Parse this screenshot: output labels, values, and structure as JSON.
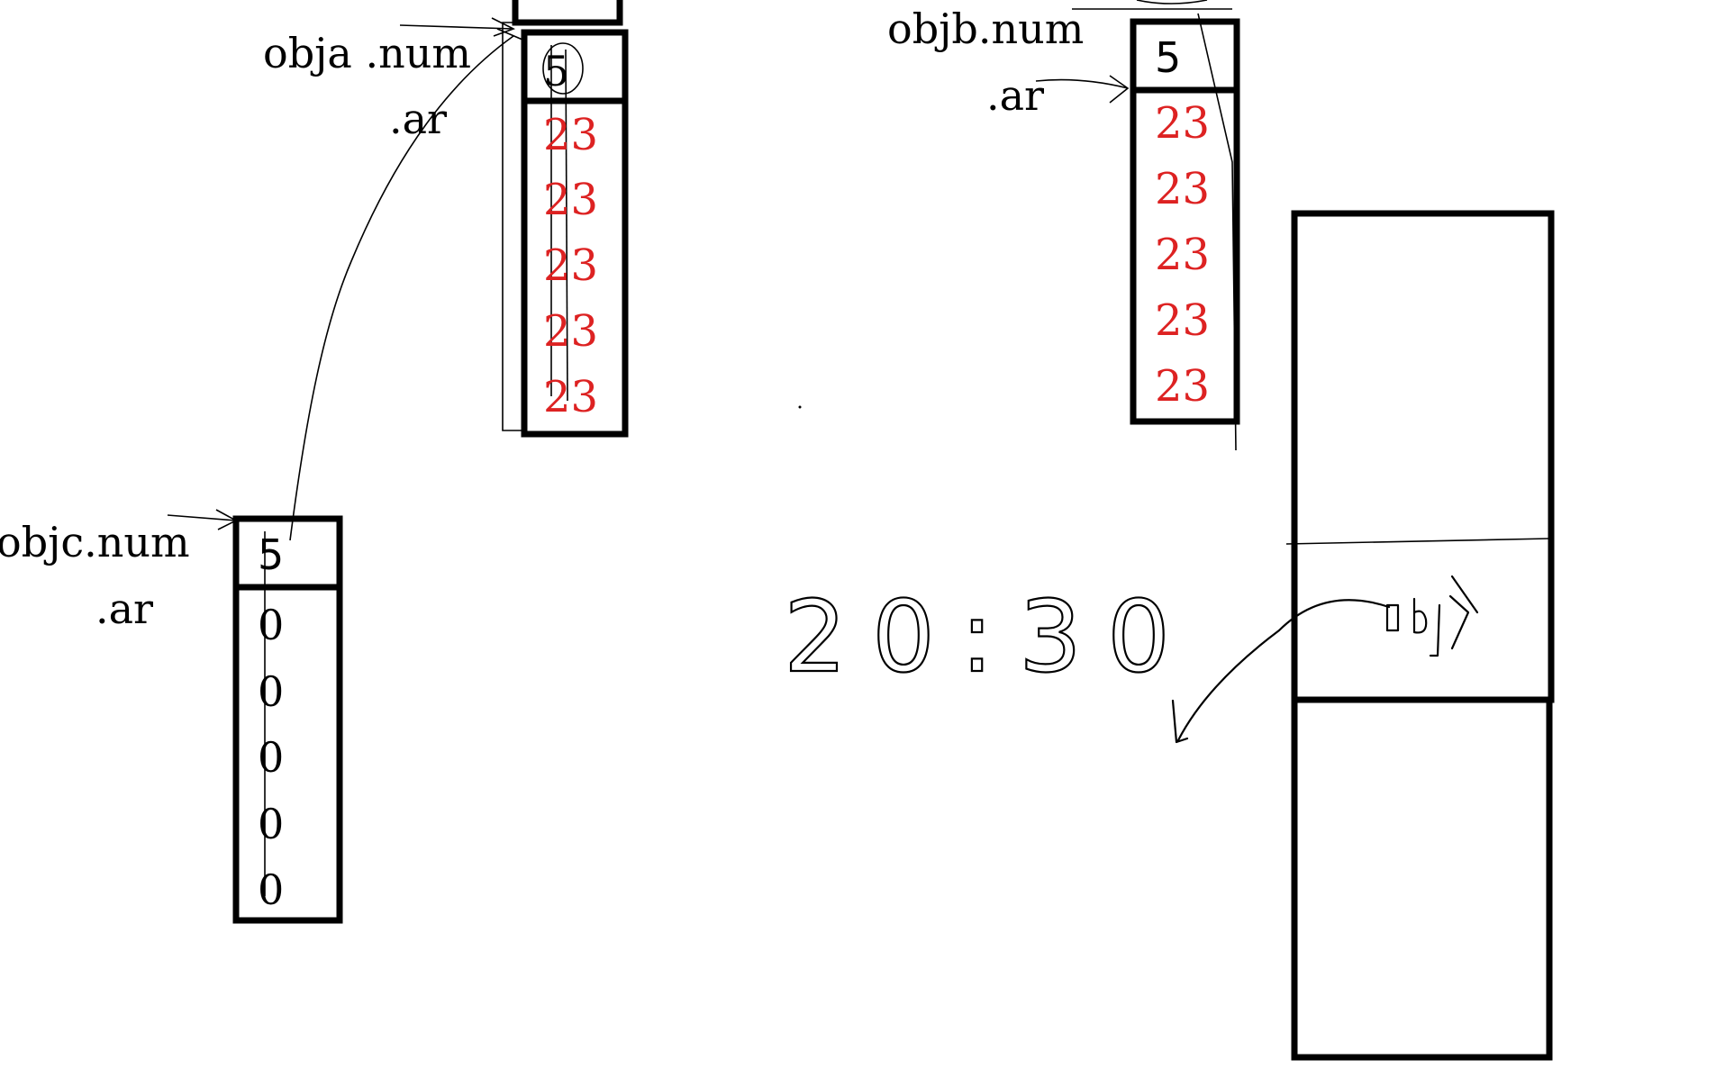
{
  "diagram": {
    "obja": {
      "num_label": "obja .num",
      "ar_label": ".ar",
      "num_value": "5",
      "ar_values": [
        "23",
        "23",
        "23",
        "23",
        "23"
      ]
    },
    "objb": {
      "num_label": "objb.num",
      "ar_label": ".ar",
      "num_value": "5",
      "ar_values": [
        "23",
        "23",
        "23",
        "23",
        "23"
      ]
    },
    "objc": {
      "num_label": "objc.num",
      "ar_label": ".ar",
      "num_value": "5",
      "ar_values": [
        "0",
        "0",
        "0",
        "0",
        "0"
      ]
    },
    "handwritten_time": "20:30",
    "handwritten_obj": "obj",
    "colors": {
      "array_value_red": "#dd2222",
      "ink": "#000000"
    }
  }
}
